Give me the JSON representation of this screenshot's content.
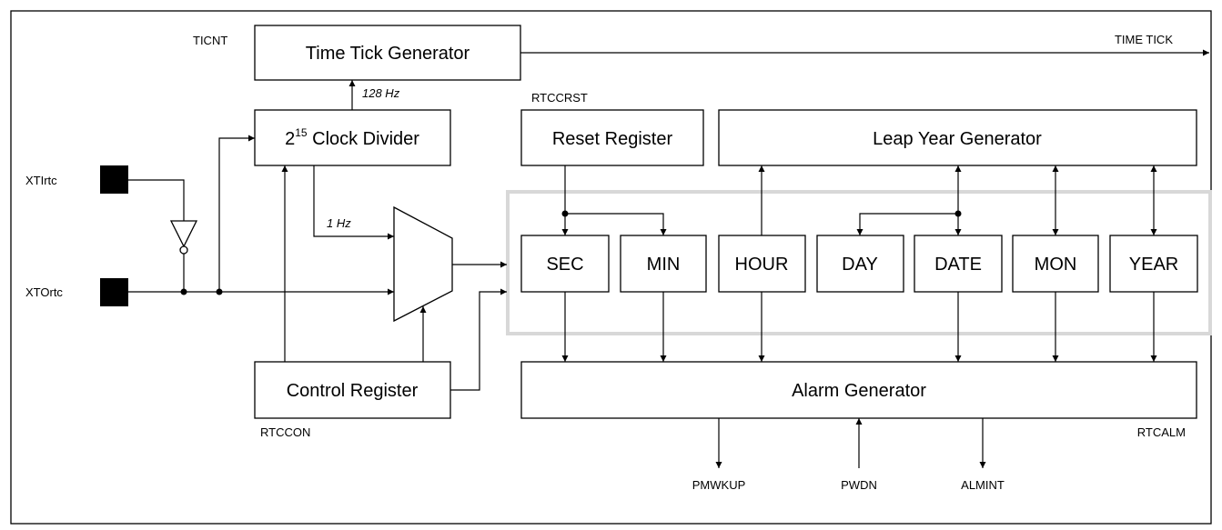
{
  "labels": {
    "ticnt": "TICNT",
    "rtccrst": "RTCCRST",
    "rtccon": "RTCCON",
    "rtcalm": "RTCALM",
    "xtirtc": "XTIrtc",
    "xtortc": "XTOrtc",
    "time_tick": "TIME TICK",
    "freq_128": "128 Hz",
    "freq_1": "1 Hz",
    "pmwkup": "PMWKUP",
    "pwdn": "PWDN",
    "almint": "ALMINT"
  },
  "blocks": {
    "time_tick_generator": "Time Tick Generator",
    "clock_divider_base": "2",
    "clock_divider_exp": "15",
    "clock_divider_rest": " Clock Divider",
    "reset_register": "Reset Register",
    "leap_year_generator": "Leap Year Generator",
    "control_register": "Control Register",
    "alarm_generator": "Alarm Generator"
  },
  "registers": {
    "sec": "SEC",
    "min": "MIN",
    "hour": "HOUR",
    "day": "DAY",
    "date": "DATE",
    "mon": "MON",
    "year": "YEAR"
  },
  "colors": {
    "line": "#000000",
    "time_counter_group": "#d8d8d8",
    "pad": "#000000"
  }
}
